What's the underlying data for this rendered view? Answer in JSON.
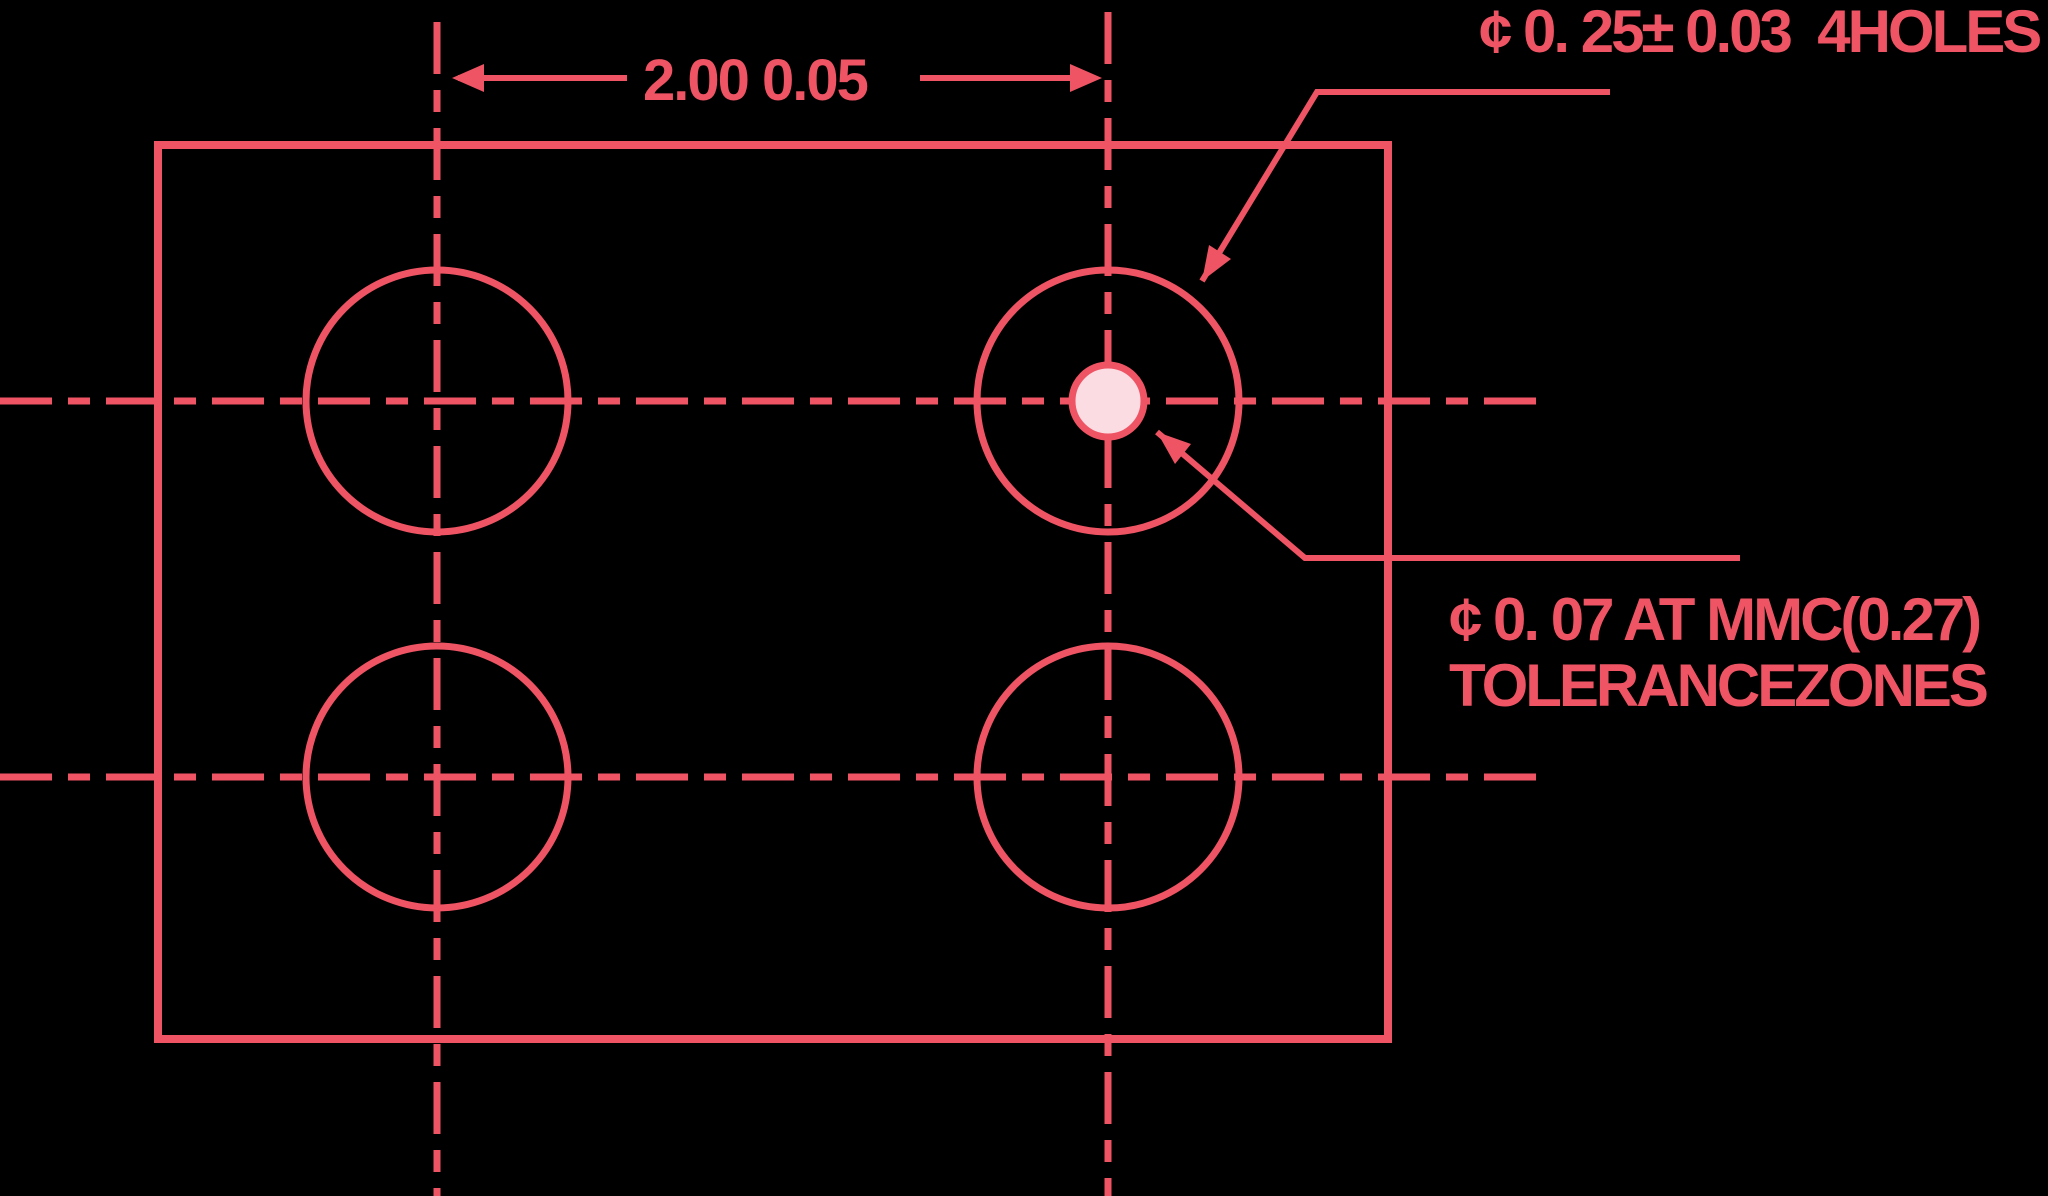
{
  "drawing": {
    "type": "gdt-hole-position-tolerance-drawing",
    "labels": {
      "dimension": "2.00 0.05",
      "holes_callout": "¢ 0. 25± 0.03  4HOLES",
      "tolerance_callout_line1": "¢ 0. 07 AT MMC(0.27)",
      "tolerance_callout_line2": "TOLERANCEZONES"
    },
    "holes": {
      "count": 4,
      "rows": 2,
      "columns": 2
    },
    "colors": {
      "line": "#EF5464",
      "tolerance_zone_fill": "#FBDCE3",
      "background": "#000000"
    }
  }
}
